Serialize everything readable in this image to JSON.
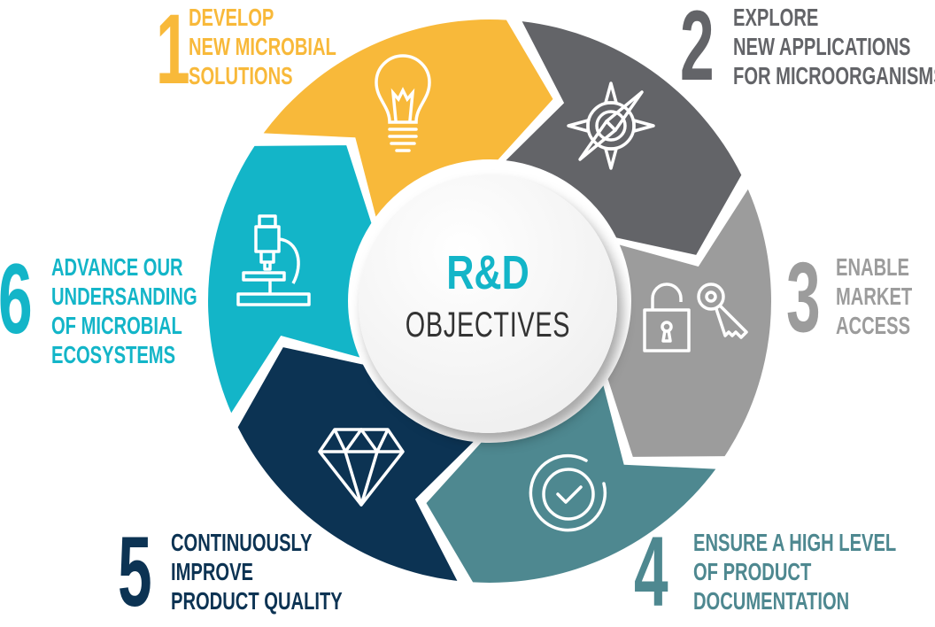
{
  "center": {
    "title": "R&D",
    "subtitle": "OBJECTIVES"
  },
  "colors": {
    "yellow": "#f8b93a",
    "dark_gray": "#636468",
    "gray": "#9c9c9c",
    "teal": "#4e8890",
    "navy": "#0c3353",
    "cyan": "#13b5c8"
  },
  "objectives": [
    {
      "number": "1",
      "lines": [
        "DEVELOP",
        "NEW MICROBIAL",
        "SOLUTIONS"
      ],
      "icon": "lightbulb-icon",
      "color": "#f8b93a"
    },
    {
      "number": "2",
      "lines": [
        "EXPLORE",
        "NEW APPLICATIONS",
        "FOR MICROORGANISMS"
      ],
      "icon": "compass-icon",
      "color": "#636468"
    },
    {
      "number": "3",
      "lines": [
        "ENABLE",
        "MARKET",
        "ACCESS"
      ],
      "icon": "lock-key-icon",
      "color": "#9c9c9c"
    },
    {
      "number": "4",
      "lines": [
        "ENSURE A HIGH LEVEL",
        "OF PRODUCT",
        "DOCUMENTATION"
      ],
      "icon": "check-circle-icon",
      "color": "#4e8890"
    },
    {
      "number": "5",
      "lines": [
        "CONTINUOUSLY",
        "IMPROVE",
        "PRODUCT QUALITY"
      ],
      "icon": "diamond-icon",
      "color": "#0c3353"
    },
    {
      "number": "6",
      "lines": [
        "ADVANCE OUR",
        "UNDERSANDING",
        "OF MICROBIAL",
        "ECOSYSTEMS"
      ],
      "icon": "microscope-icon",
      "color": "#13b5c8"
    }
  ]
}
